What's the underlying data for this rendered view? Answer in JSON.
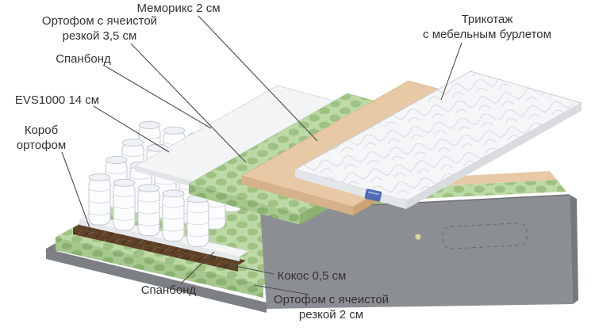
{
  "diagram": {
    "labels": {
      "memorix": "Меморикс 2 см",
      "ortofoam35": "Ортофом с ячеистой\nрезкой 3,5 см",
      "tricotage": "Трикотаж\nс мебельным бурлетом",
      "spunbond_top": "Спанбонд",
      "evs": "EVS1000 14 см",
      "korob": "Короб\nортофом",
      "spunbond_bottom": "Спанбонд",
      "coconut": "Кокос 0,5 см",
      "ortofoam2": "Ортофом с ячеистой\nрезкой 2 см"
    },
    "colors": {
      "green": "#bdd9a6",
      "green_dark": "#9fc283",
      "beige": "#e8c9a6",
      "gray": "#8b8f93",
      "brown": "#5f4128",
      "white_quilt": "#f5f6f8",
      "leader_line": "#4a4a4a",
      "text": "#333333"
    }
  }
}
